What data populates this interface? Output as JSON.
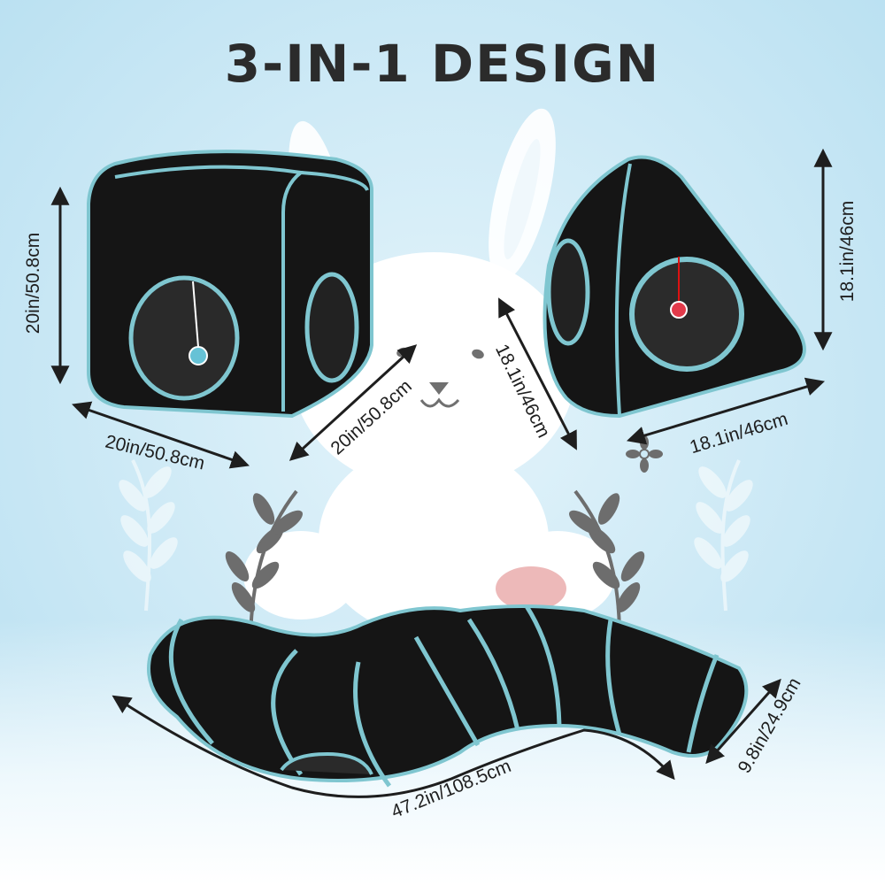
{
  "title": "3-IN-1 DESIGN",
  "products": {
    "cube": {
      "height": "20in/50.8cm",
      "width": "20in/50.8cm",
      "depth": "20in/50.8cm"
    },
    "tent": {
      "height": "18.1in/46cm",
      "side": "18.1in/46cm",
      "width": "18.1in/46cm"
    },
    "tunnel": {
      "length": "47.2in/108.5cm",
      "diameter": "9.8in/24.9cm"
    }
  },
  "colors": {
    "background": "#cdeaf6",
    "fabric": "#151515",
    "trim": "#7fc6d0",
    "text": "#1e1e1e"
  }
}
